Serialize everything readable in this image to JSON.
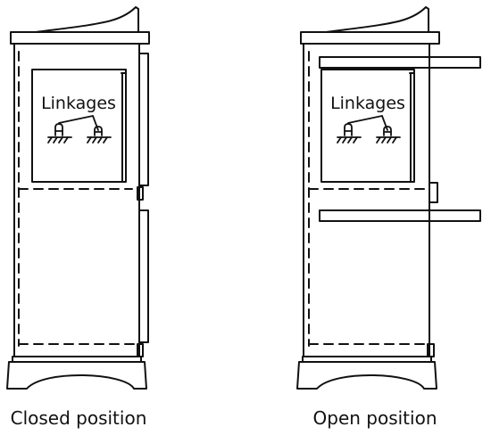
{
  "figure": {
    "closed": {
      "panel_label": "Linkages",
      "caption": "Closed position"
    },
    "open": {
      "panel_label": "Linkages",
      "caption": "Open position"
    }
  },
  "colors": {
    "line": "#111111",
    "background": "#ffffff"
  }
}
